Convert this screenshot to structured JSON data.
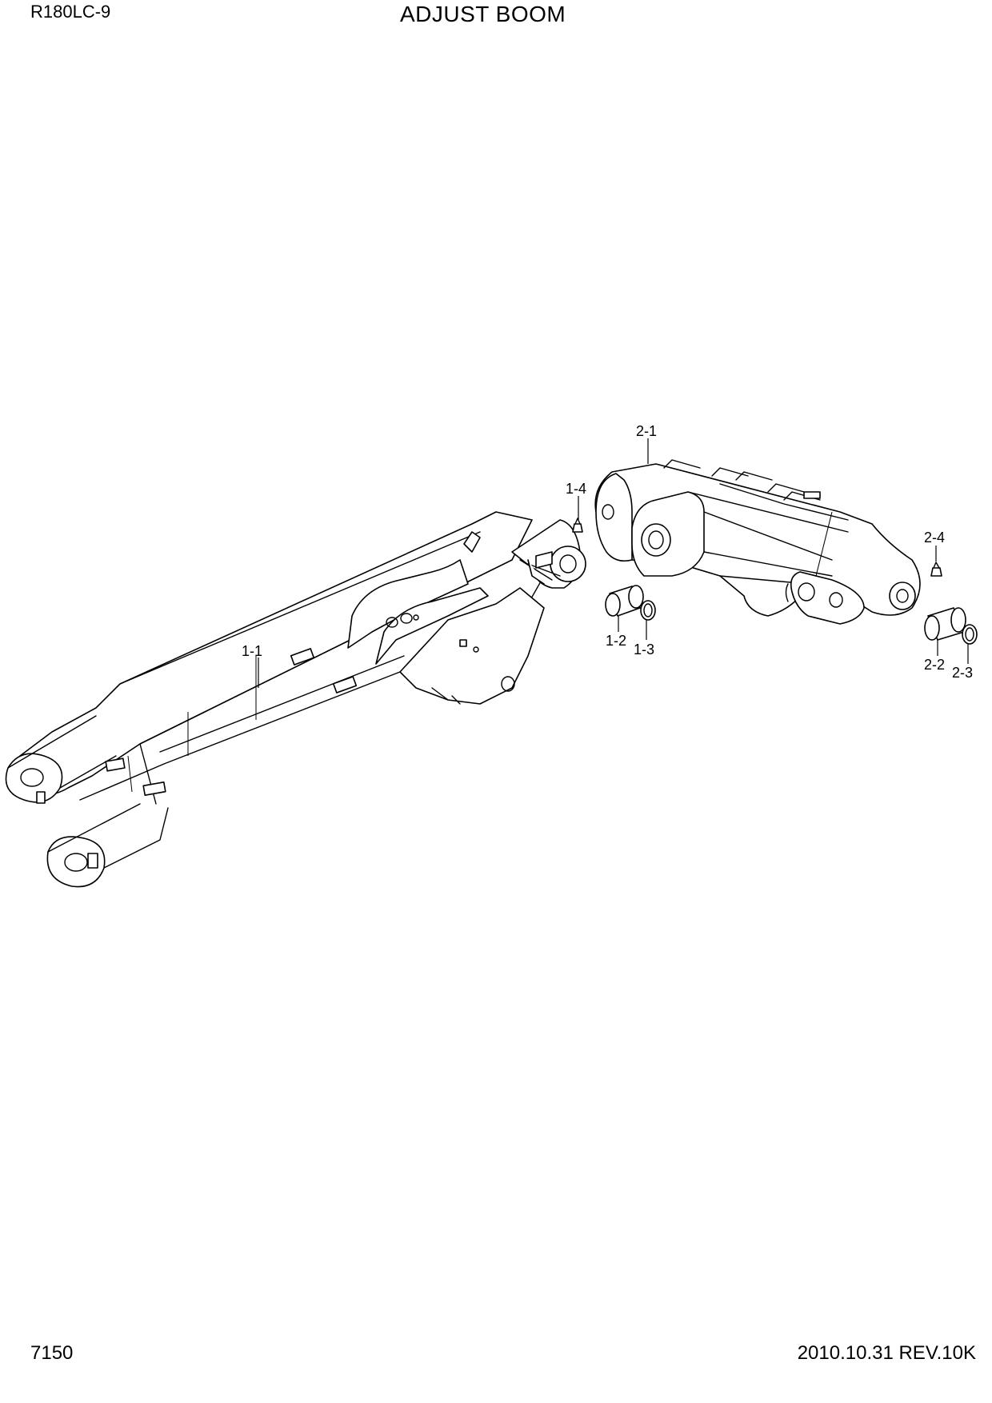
{
  "header": {
    "model": "R180LC-9",
    "title": "ADJUST BOOM"
  },
  "footer": {
    "page_number": "7150",
    "revision": "2010.10.31 REV.10K"
  },
  "callouts": {
    "p1_1": "1-1",
    "p1_2": "1-2",
    "p1_3": "1-3",
    "p1_4": "1-4",
    "p2_1": "2-1",
    "p2_2": "2-2",
    "p2_3": "2-3",
    "p2_4": "2-4"
  }
}
